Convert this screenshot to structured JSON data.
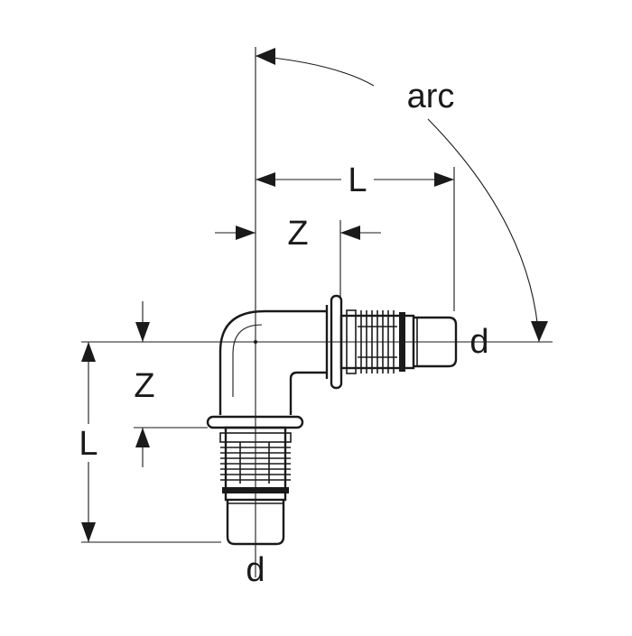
{
  "labels": {
    "arc": "arc",
    "length_horizontal": "L",
    "length_vertical": "L",
    "z_horizontal": "Z",
    "z_vertical": "Z",
    "diameter_horizontal": "d",
    "diameter_vertical": "d"
  },
  "colors": {
    "line": "#1a1a1a",
    "background": "#ffffff"
  }
}
